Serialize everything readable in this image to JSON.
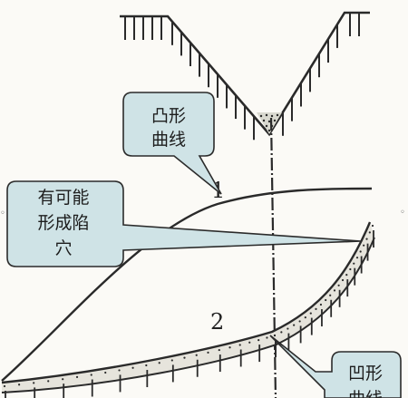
{
  "callouts": {
    "convex": {
      "lines": [
        "凸形",
        "曲线"
      ]
    },
    "collapse": {
      "lines": [
        "有可能",
        "形成陷",
        "穴"
      ]
    },
    "concave": {
      "lines": [
        "凹形",
        "曲线"
      ]
    }
  },
  "curve_labels": {
    "convex": "1",
    "concave": "2"
  },
  "colors": {
    "stroke": "#2a2a2a",
    "callout_fill": "#cfe3e6",
    "callout_stroke": "#2b2b2b",
    "background": "#fbfaf6"
  }
}
